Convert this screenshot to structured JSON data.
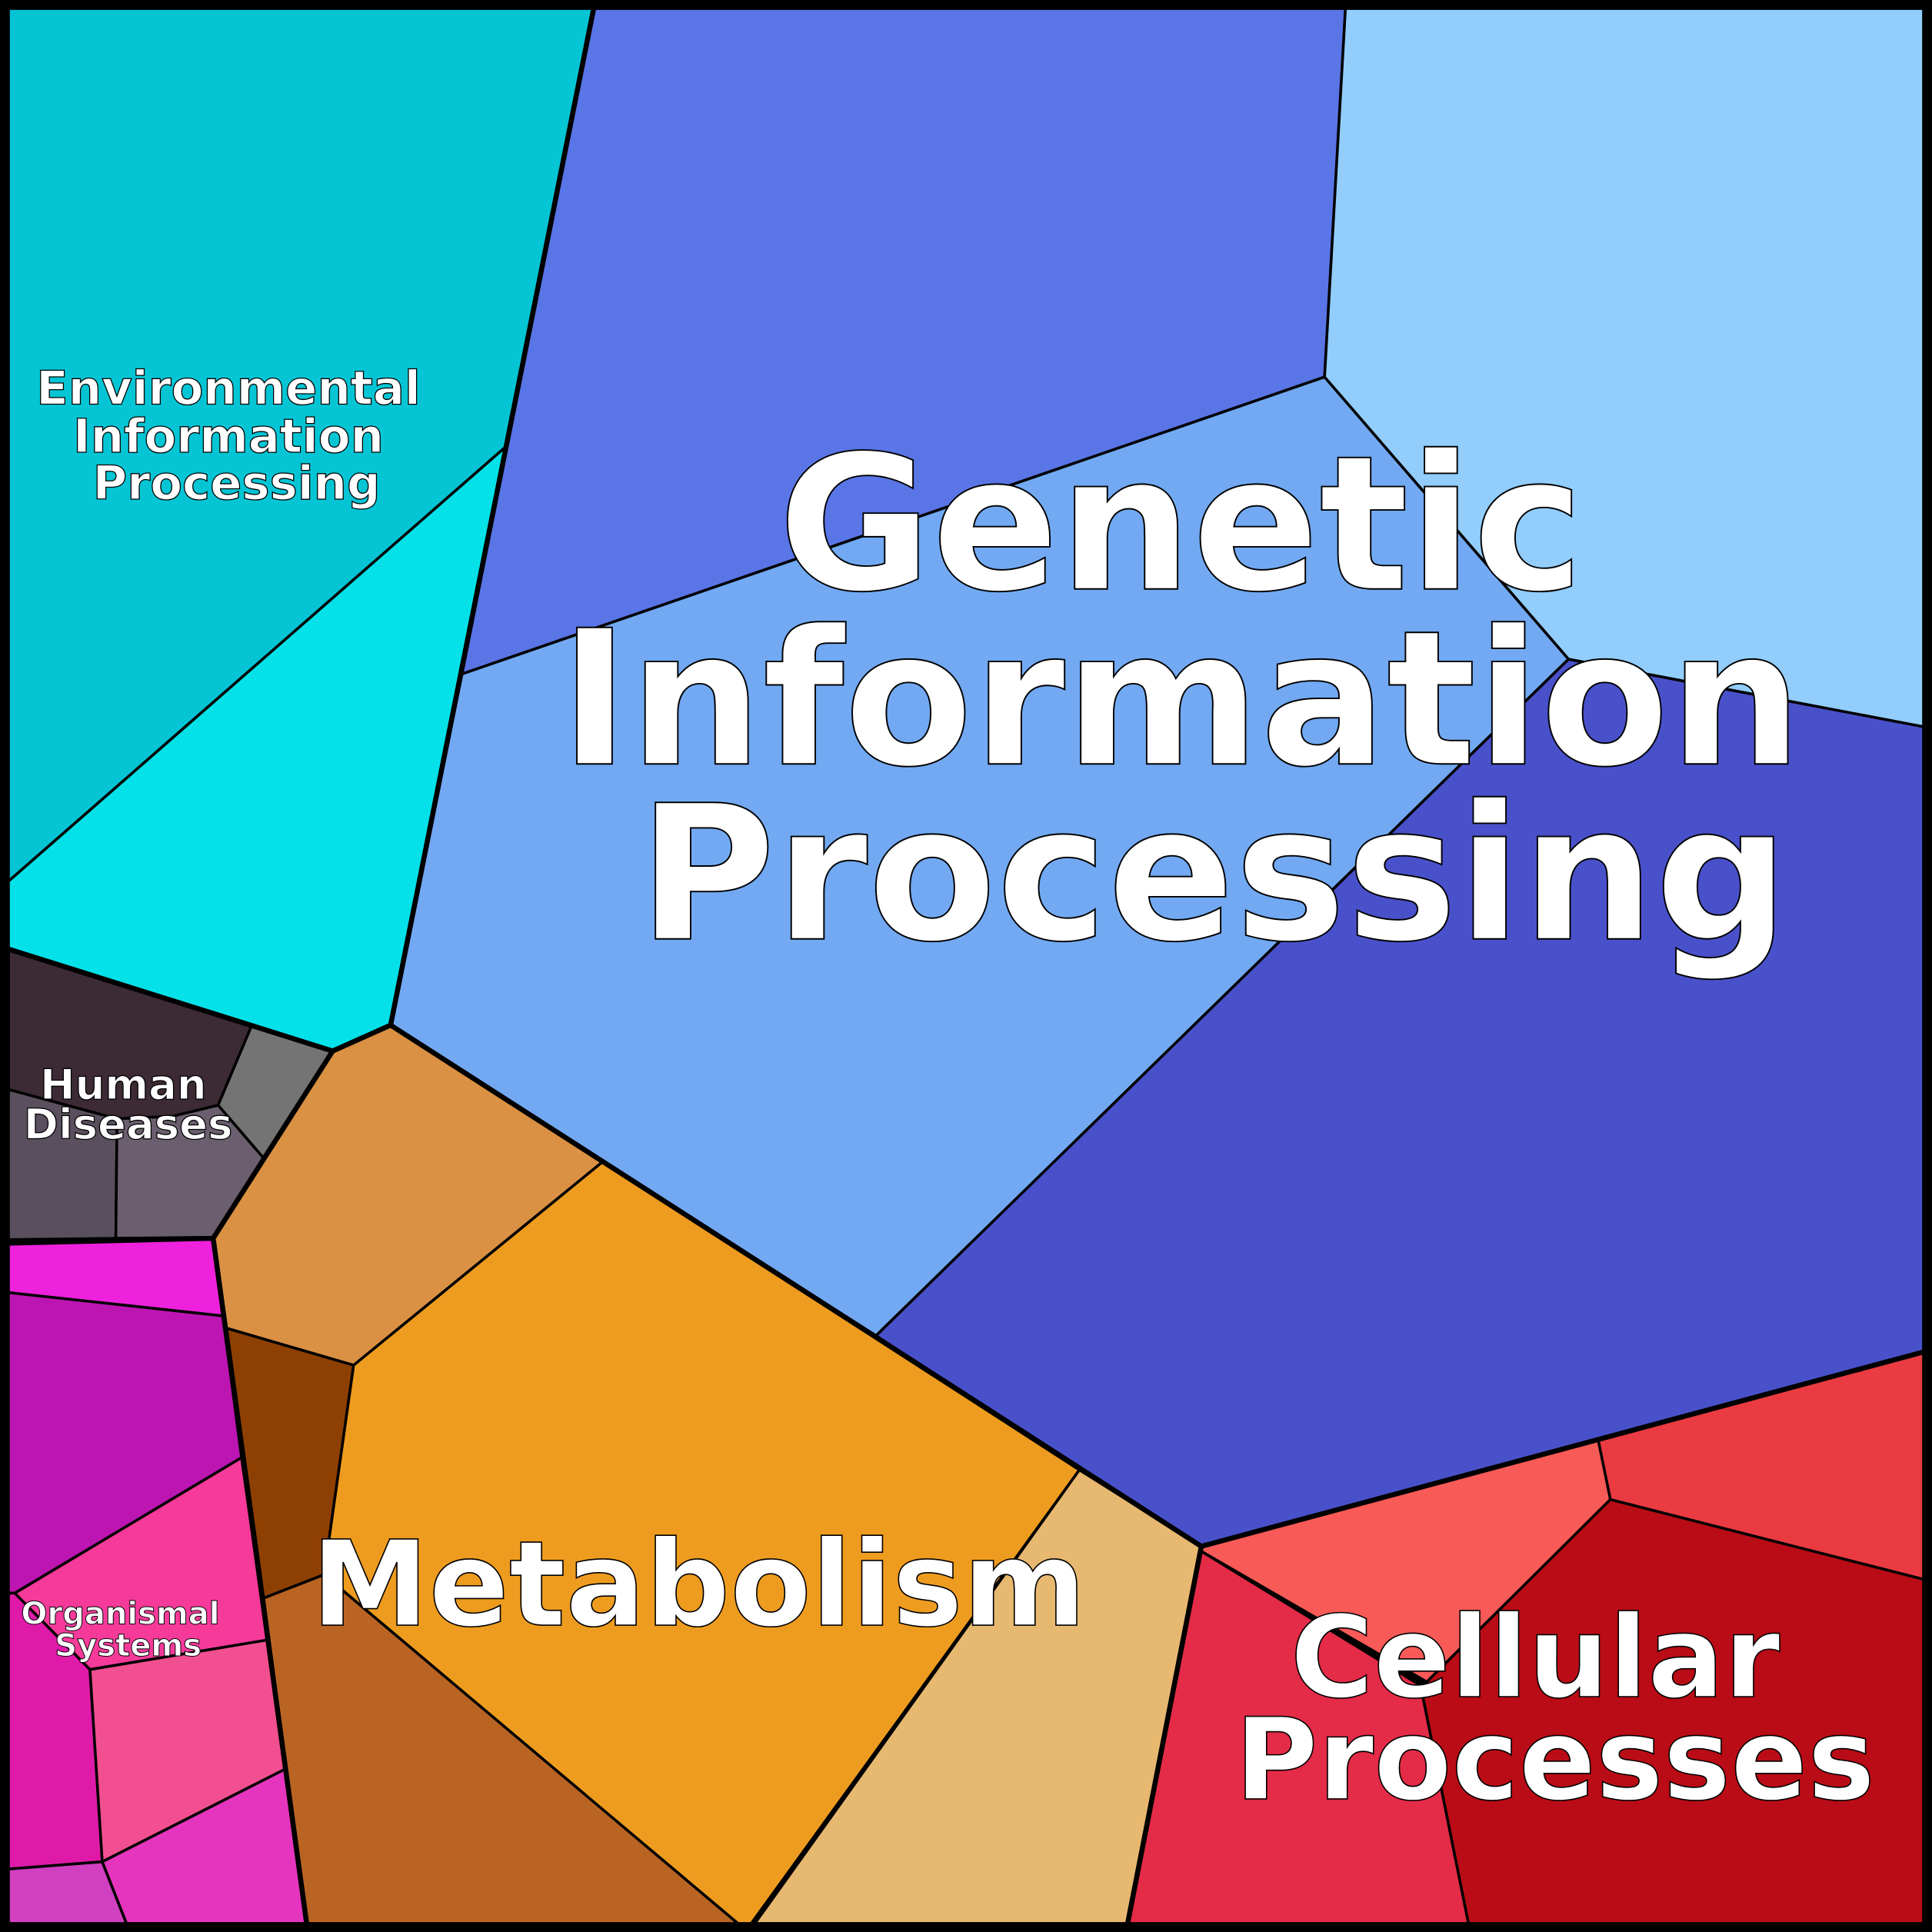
{
  "groups": [
    {
      "name": "Environmental Information Processing",
      "lines": [
        "Environmental",
        "Information",
        "Processing"
      ]
    },
    {
      "name": "Genetic Information Processing",
      "lines": [
        "Genetic",
        "Information",
        "Processing"
      ]
    },
    {
      "name": "Human Diseases",
      "lines": [
        "Human",
        "Diseases"
      ]
    },
    {
      "name": "Organismal Systems",
      "lines": [
        "Organismal",
        "Systems"
      ]
    },
    {
      "name": "Metabolism",
      "lines": [
        "Metabolism"
      ]
    },
    {
      "name": "Cellular Processes",
      "lines": [
        "Cellular",
        "Processes"
      ]
    }
  ],
  "cell_colors": {
    "environmental": [
      "#05C5D5",
      "#05E1E8"
    ],
    "genetic": [
      "#5A75E6",
      "#92CDFC",
      "#72A9F2",
      "#4951CA"
    ],
    "human": [
      "#3C2A35",
      "#747474",
      "#5A4F5E",
      "#6B5E6E"
    ],
    "organismal": [
      "#EE22DD",
      "#BD15B2",
      "#F53A9A",
      "#E01AA8",
      "#F24F91",
      "#D240C2",
      "#E535BE"
    ],
    "metabolism": [
      "#DA9143",
      "#8E4002",
      "#EE9C1F",
      "#BA6423",
      "#E7B870"
    ],
    "cellular": [
      "#F75A57",
      "#EA3B42",
      "#E42B47",
      "#BA0C16"
    ]
  }
}
